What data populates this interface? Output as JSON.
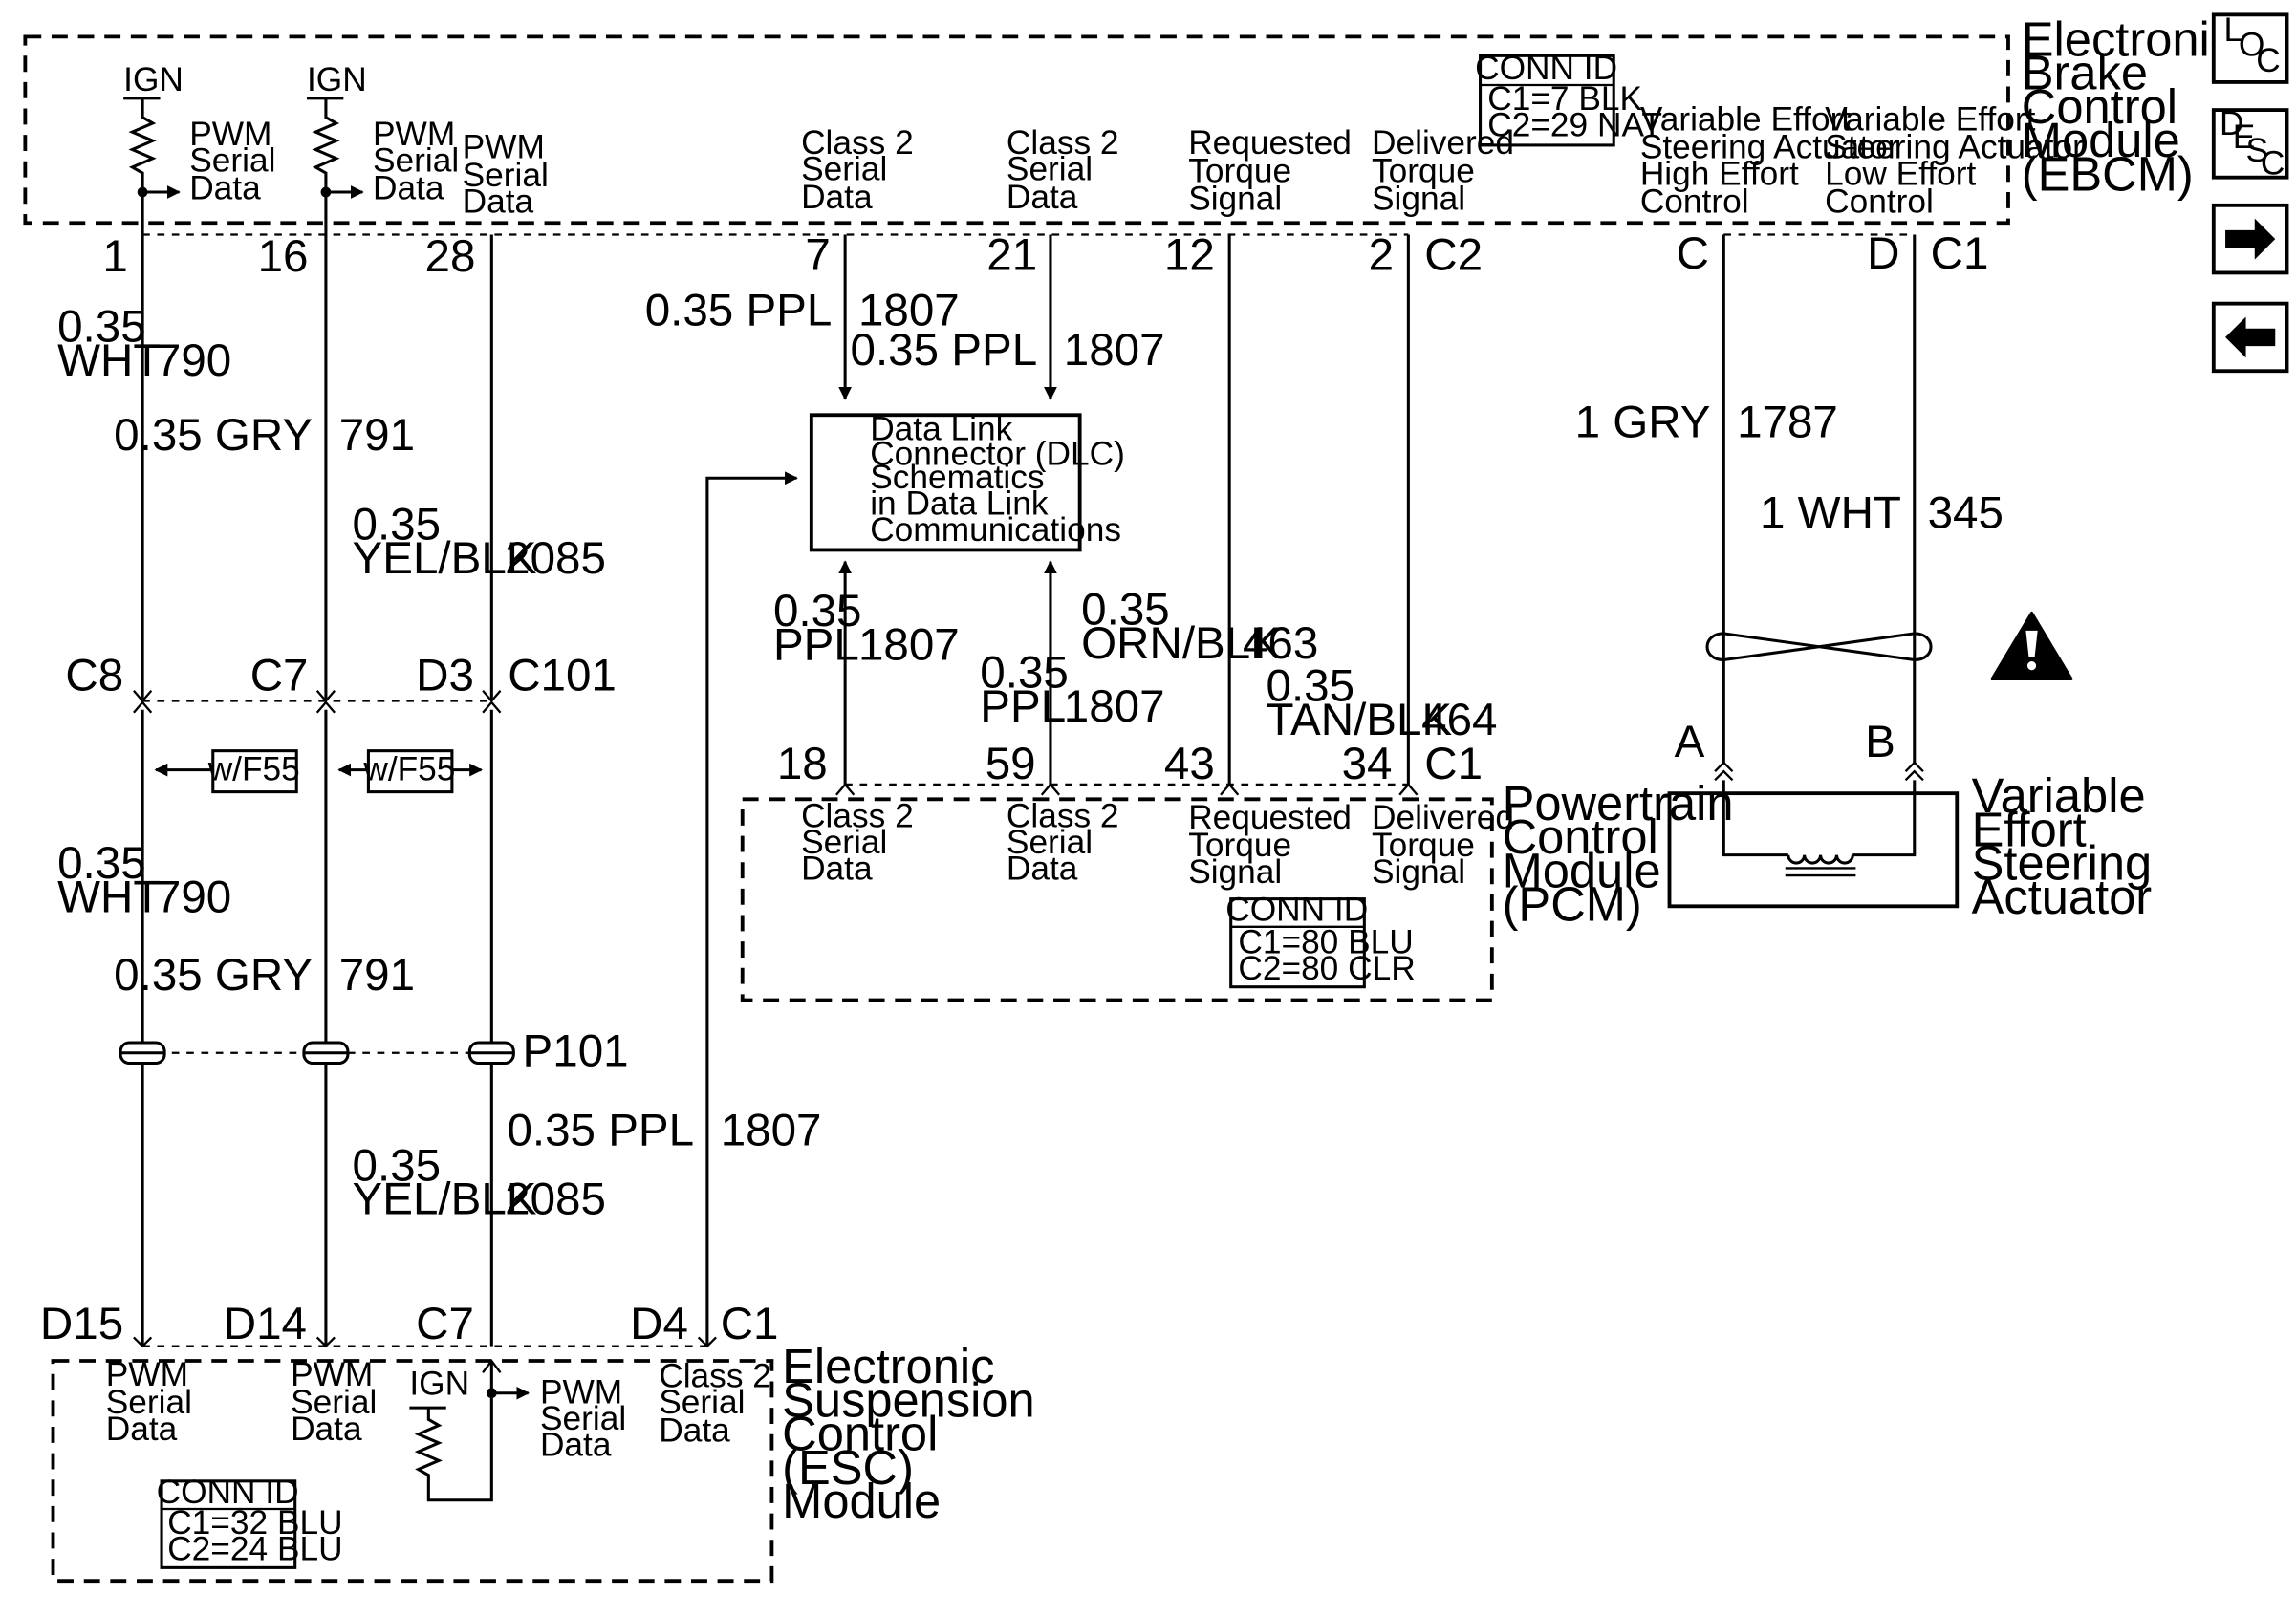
{
  "ebcm": {
    "title": [
      "Electronic",
      "Brake",
      "Control",
      "Module",
      "(EBCM)"
    ],
    "conn_id": {
      "header": "CONN ID",
      "lines": [
        "C1=7 BLK",
        "C2=29 NAT"
      ]
    },
    "ign": "IGN",
    "pin_labels": {
      "p1": [
        "PWM",
        "Serial",
        "Data"
      ],
      "p16": [
        "PWM",
        "Serial",
        "Data"
      ],
      "p28": [
        "PWM",
        "Serial",
        "Data"
      ],
      "p7": [
        "Class 2",
        "Serial",
        "Data"
      ],
      "p21": [
        "Class 2",
        "Serial",
        "Data"
      ],
      "p12": [
        "Requested",
        "Torque",
        "Signal"
      ],
      "p2": [
        "Delivered",
        "Torque",
        "Signal"
      ],
      "pC": [
        "Variable Effort",
        "Steering Actuator",
        "High Effort",
        "Control"
      ],
      "pD": [
        "Variable Effort",
        "Steering Actuator",
        "Low Effort",
        "Control"
      ]
    },
    "pins": {
      "p1": "1",
      "p16": "16",
      "p28": "28",
      "p7": "7",
      "p21": "21",
      "p12": "12",
      "p2": "2",
      "c2": "C2",
      "pC": "C",
      "pD": "D",
      "c1": "C1"
    }
  },
  "wires": {
    "w790": {
      "size": "0.35",
      "color": "WHT",
      "circuit": "790"
    },
    "w791": {
      "label": "0.35 GRY",
      "circuit": "791"
    },
    "w2085": {
      "size": "0.35",
      "color": "YEL/BLK",
      "circuit": "2085"
    },
    "w1807_top1": {
      "label": "0.35 PPL",
      "circuit": "1807"
    },
    "w1807_top2": {
      "label": "0.35 PPL",
      "circuit": "1807"
    },
    "w1807_bot1": {
      "size": "0.35",
      "color": "PPL",
      "circuit": "1807"
    },
    "w1807_bot2": {
      "size": "0.35",
      "color": "PPL",
      "circuit": "1807"
    },
    "w463": {
      "size": "0.35",
      "color": "ORN/BLK",
      "circuit": "463"
    },
    "w464": {
      "size": "0.35",
      "color": "TAN/BLK",
      "circuit": "464"
    },
    "w1787": {
      "label": "1 GRY",
      "circuit": "1787"
    },
    "w345": {
      "label": "1 WHT",
      "circuit": "345"
    },
    "w790_low": {
      "size": "0.35",
      "color": "WHT",
      "circuit": "790"
    },
    "w791_low": {
      "label": "0.35 GRY",
      "circuit": "791"
    },
    "w2085_low": {
      "size": "0.35",
      "color": "YEL/BLK",
      "circuit": "2085"
    },
    "w1807_esc": {
      "label": "0.35 PPL",
      "circuit": "1807"
    }
  },
  "dlc": {
    "lines": [
      "Data Link",
      "Connector (DLC)",
      "Schematics",
      "in Data Link",
      "Communications"
    ]
  },
  "c101": {
    "pins": [
      "C8",
      "C7",
      "D3"
    ],
    "name": "C101"
  },
  "option_tags": [
    "w/F55",
    "w/F55"
  ],
  "p101": {
    "name": "P101"
  },
  "pcm": {
    "title": [
      "Powertrain",
      "Control",
      "Module",
      "(PCM)"
    ],
    "pins": {
      "p18": "18",
      "p59": "59",
      "p43": "43",
      "p34": "34",
      "c1": "C1"
    },
    "pin_labels": {
      "p18": [
        "Class 2",
        "Serial",
        "Data"
      ],
      "p59": [
        "Class 2",
        "Serial",
        "Data"
      ],
      "p43": [
        "Requested",
        "Torque",
        "Signal"
      ],
      "p34": [
        "Delivered",
        "Torque",
        "Signal"
      ]
    },
    "conn_id": {
      "header": "CONN ID",
      "lines": [
        "C1=80 BLU",
        "C2=80 CLR"
      ]
    }
  },
  "actuator": {
    "title": [
      "Variable",
      "Effort",
      "Steering",
      "Actuator"
    ],
    "pins": [
      "A",
      "B"
    ]
  },
  "esc": {
    "title": [
      "Electronic",
      "Suspension",
      "Control",
      "(ESC)",
      "Module"
    ],
    "pins": {
      "d15": "D15",
      "d14": "D14",
      "c7": "C7",
      "d4": "D4",
      "c1": "C1"
    },
    "pin_labels": {
      "d15": [
        "PWM",
        "Serial",
        "Data"
      ],
      "d14": [
        "PWM",
        "Serial",
        "Data"
      ],
      "c7": [
        "PWM",
        "Serial",
        "Data"
      ],
      "d4": [
        "Class 2",
        "Serial",
        "Data"
      ]
    },
    "ign": "IGN",
    "conn_id": {
      "header": "CONN ID",
      "lines": [
        "C1=32 BLU",
        "C2=24 BLU"
      ]
    }
  },
  "nav": {
    "loc": {
      "l1": "L",
      "l2": "O",
      "l3": "C"
    },
    "desc": {
      "l1": "D",
      "l2": "E",
      "l3": "S",
      "l4": "C"
    }
  }
}
